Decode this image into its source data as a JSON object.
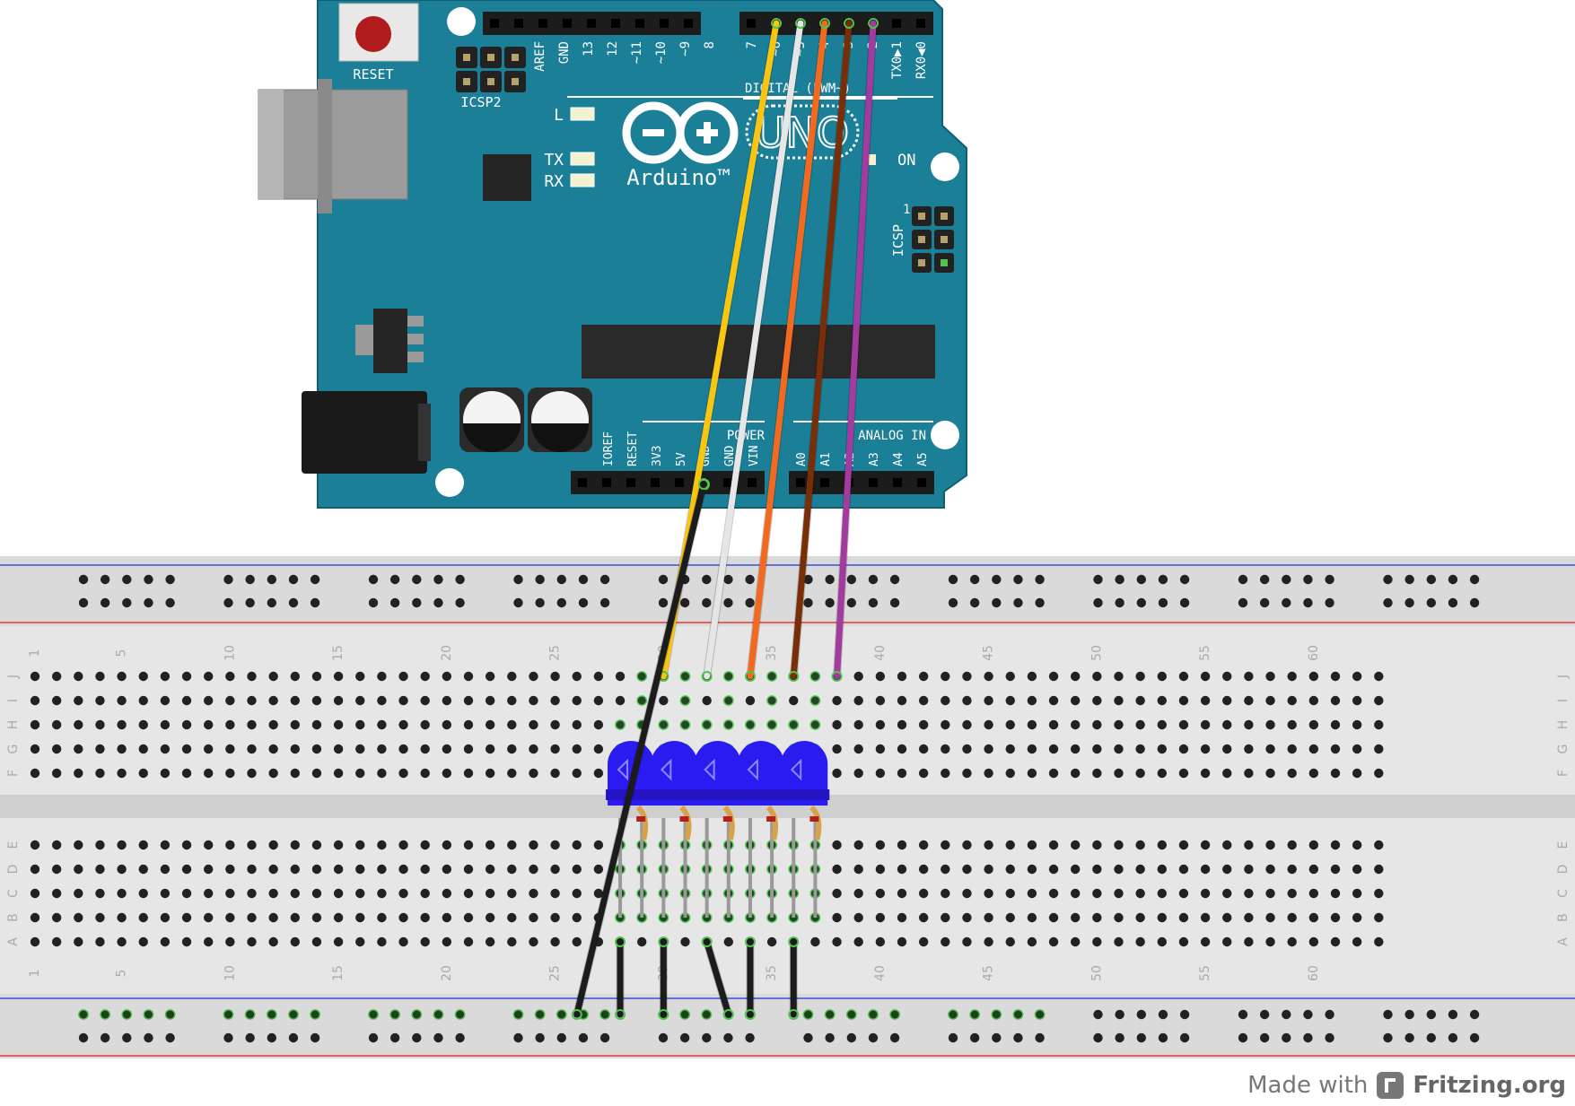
{
  "arduino": {
    "reset_label": "RESET",
    "icsp2_label": "ICSP2",
    "icsp_label": "ICSP",
    "icsp_pin1": "1",
    "logo_text": "Arduino™",
    "uno_text": "UNO",
    "led_labels": [
      "L",
      "TX",
      "RX"
    ],
    "on_label": "ON",
    "digital_label": "DIGITAL (PWM~)",
    "power_label": "POWER",
    "analog_label": "ANALOG IN",
    "digital_pins_left": [
      "AREF",
      "GND",
      "13",
      "12",
      "~11",
      "~10",
      "~9",
      "8"
    ],
    "digital_pins_right": [
      "7",
      "~6",
      "~5",
      "4",
      "~3",
      "2",
      "TX0▶1",
      "RX0◀0"
    ],
    "power_pins": [
      "IOREF",
      "RESET",
      "3V3",
      "5V",
      "GND",
      "GND",
      "VIN"
    ],
    "analog_pins": [
      "A0",
      "A1",
      "A2",
      "A3",
      "A4",
      "A5"
    ]
  },
  "breadboard": {
    "column_numbers": [
      "1",
      "5",
      "10",
      "15",
      "20",
      "25",
      "30",
      "35",
      "40",
      "45",
      "50",
      "55",
      "60"
    ],
    "row_letters_top": [
      "J",
      "I",
      "H",
      "G",
      "F"
    ],
    "row_letters_bottom": [
      "E",
      "D",
      "C",
      "B",
      "A"
    ]
  },
  "colors": {
    "board": "#1b7f98",
    "wire_yellow": "#f7c512",
    "wire_white": "#e6e6e6",
    "wire_orange": "#f26a1f",
    "wire_brown": "#7a2e07",
    "wire_purple": "#a23aa0",
    "wire_black": "#1c1c1c",
    "led": "#2a1cf0"
  },
  "footer": {
    "made_with": "Made with",
    "brand": "Fritzing.org"
  }
}
